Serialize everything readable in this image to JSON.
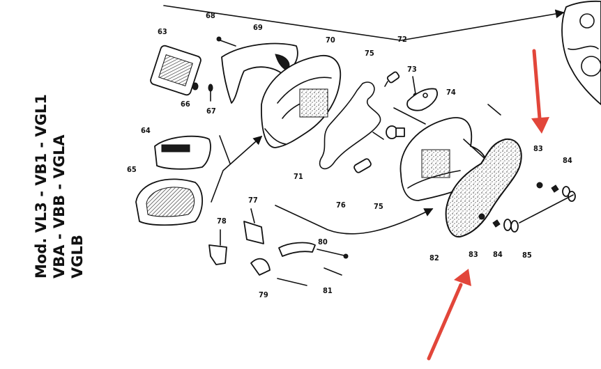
{
  "model_label": {
    "line1": "Mod.  VL3 - VB1 - VGL1",
    "line2": "VBA    -    VBB    -    VGLA",
    "line3": "VGLB"
  },
  "part_numbers": [
    "63",
    "64",
    "65",
    "66",
    "67",
    "68",
    "69",
    "70",
    "71",
    "72",
    "73",
    "74",
    "75",
    "75",
    "76",
    "77",
    "78",
    "79",
    "80",
    "81",
    "82",
    "83",
    "83",
    "84",
    "84",
    "85"
  ],
  "highlight_color": "#e2463a"
}
